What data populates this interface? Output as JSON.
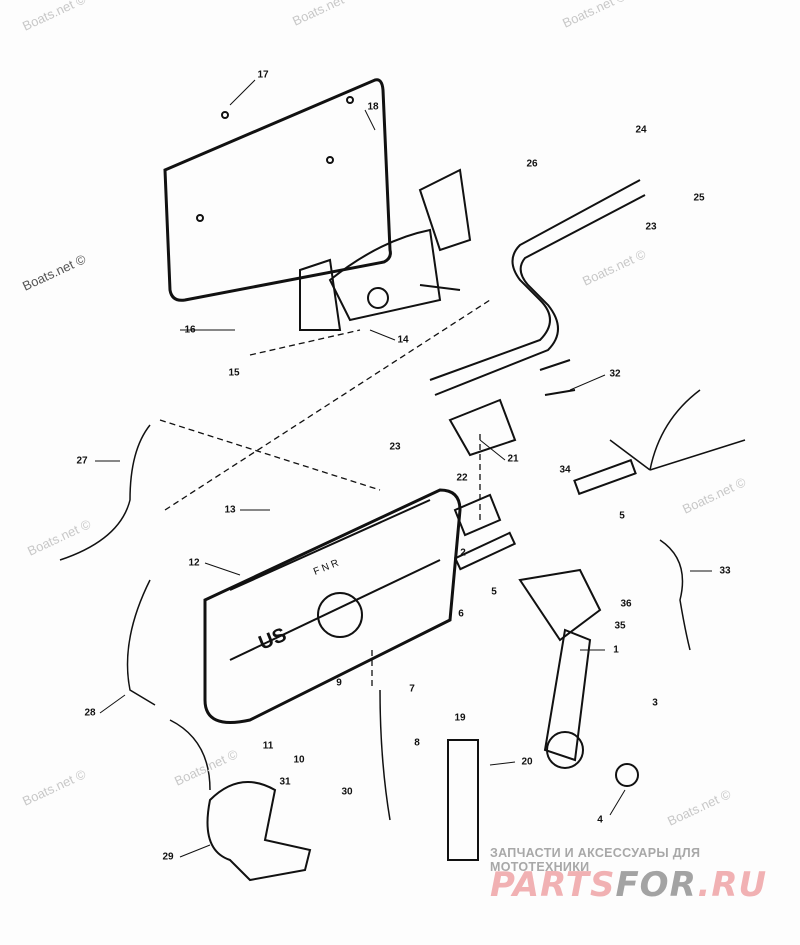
{
  "watermark": "Boats.net ©",
  "callouts": [
    "17",
    "18",
    "24",
    "25",
    "26",
    "23",
    "16",
    "14",
    "15",
    "32",
    "23",
    "21",
    "22",
    "27",
    "34",
    "13",
    "5",
    "12",
    "2",
    "5",
    "33",
    "6",
    "36",
    "35",
    "1",
    "7",
    "9",
    "28",
    "19",
    "3",
    "8",
    "11",
    "10",
    "20",
    "31",
    "30",
    "4",
    "29"
  ],
  "housing_marking": "F N R",
  "housing_logo": "US",
  "brand": {
    "tagline": "ЗАПЧАСТИ И АКСЕССУАРЫ ДЛЯ МОТОТЕХНИКИ",
    "name_a": "PARTS",
    "name_b": "FOR",
    "name_c": ".RU"
  }
}
